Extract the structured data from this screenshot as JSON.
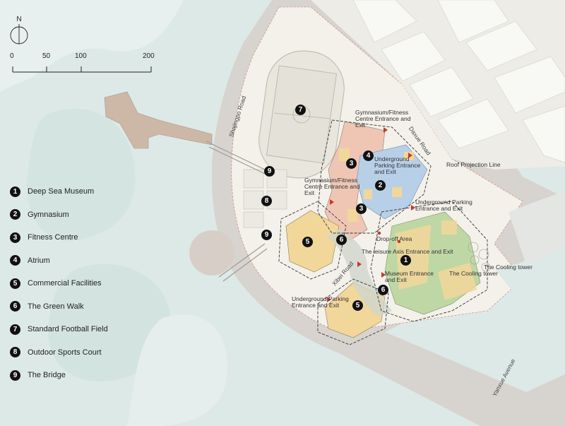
{
  "compass": {
    "north_label": "N"
  },
  "scale_bar": {
    "labels": [
      "0",
      "50",
      "100",
      "200"
    ]
  },
  "legend": {
    "items": [
      {
        "num": "1",
        "label": "Deep Sea Museum"
      },
      {
        "num": "2",
        "label": "Gymnasium"
      },
      {
        "num": "3",
        "label": "Fitness Centre"
      },
      {
        "num": "4",
        "label": "Atrium"
      },
      {
        "num": "5",
        "label": "Commercial Facilities"
      },
      {
        "num": "6",
        "label": "The Green Walk"
      },
      {
        "num": "7",
        "label": "Standard Football Field"
      },
      {
        "num": "8",
        "label": "Outdoor Sports Court"
      },
      {
        "num": "9",
        "label": "The Bridge"
      }
    ]
  },
  "roads": {
    "shajingpo": "Shajingpo Road",
    "daxue": "Daxue Road",
    "xibei": "Xibei Road",
    "yanxue": "Yanxue Avenue"
  },
  "annotations": {
    "gym_entrance_top": "Gymnasium/Fitness Centre Entrance and Exit",
    "underground_parking_top": "Underground Parking Entrance and Exit",
    "roof_projection": "Roof Projection Line",
    "gym_entrance_mid": "Gymnasium/Fitness Centre Entrance and Exit",
    "underground_parking_right": "Underground Parking Entrance and Exit",
    "drop_off": "Drop-off Area",
    "leisure_axis": "The leisure Axis Entrance and Exit",
    "cooling_tower_1": "The Cooling tower",
    "cooling_tower_2": "The Cooling tower",
    "museum_entrance": "Museum Entrance and Exit",
    "underground_parking_bottom": "Underground Parking Entrance and Exit"
  },
  "markers": [
    "7",
    "9",
    "8",
    "9",
    "5",
    "6",
    "4",
    "3",
    "2",
    "3",
    "1",
    "6",
    "5"
  ],
  "colors": {
    "water": "#dde9e7",
    "land": "#f3f1ea",
    "road": "#d7d3cf",
    "gym": "#b8cfe8",
    "fitness": "#efc6b4",
    "commercial": "#f2d79a",
    "museum": "#bfd7a5",
    "marker": "#111111"
  }
}
